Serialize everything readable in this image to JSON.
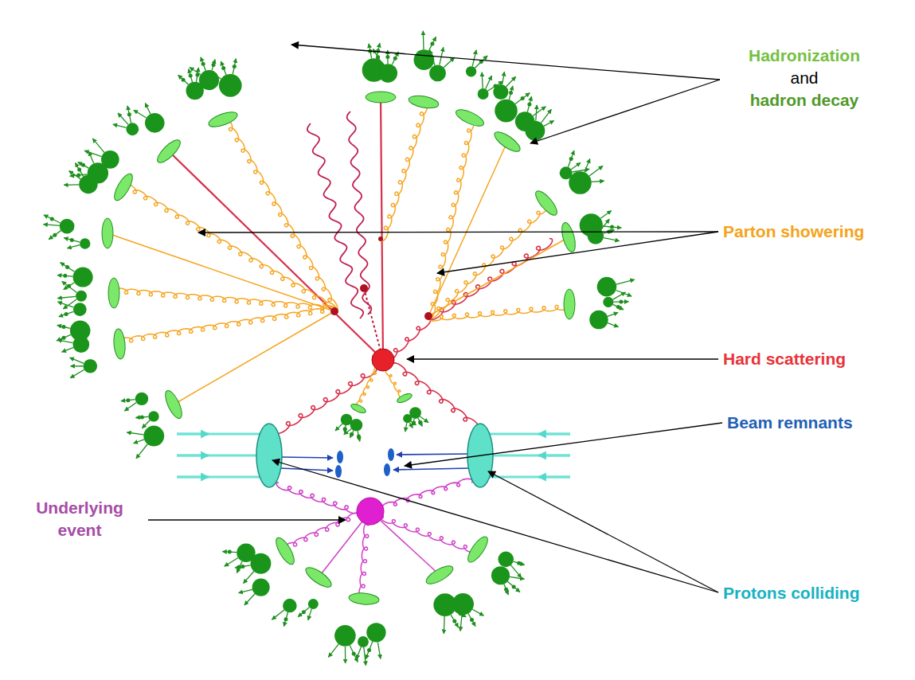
{
  "diagram": {
    "labels": [
      "Hadronization",
      "and",
      "hadron decay",
      "Parton showering",
      "Hard scattering",
      "Beam remnants",
      "Underlying event",
      "Protons colliding"
    ]
  }
}
